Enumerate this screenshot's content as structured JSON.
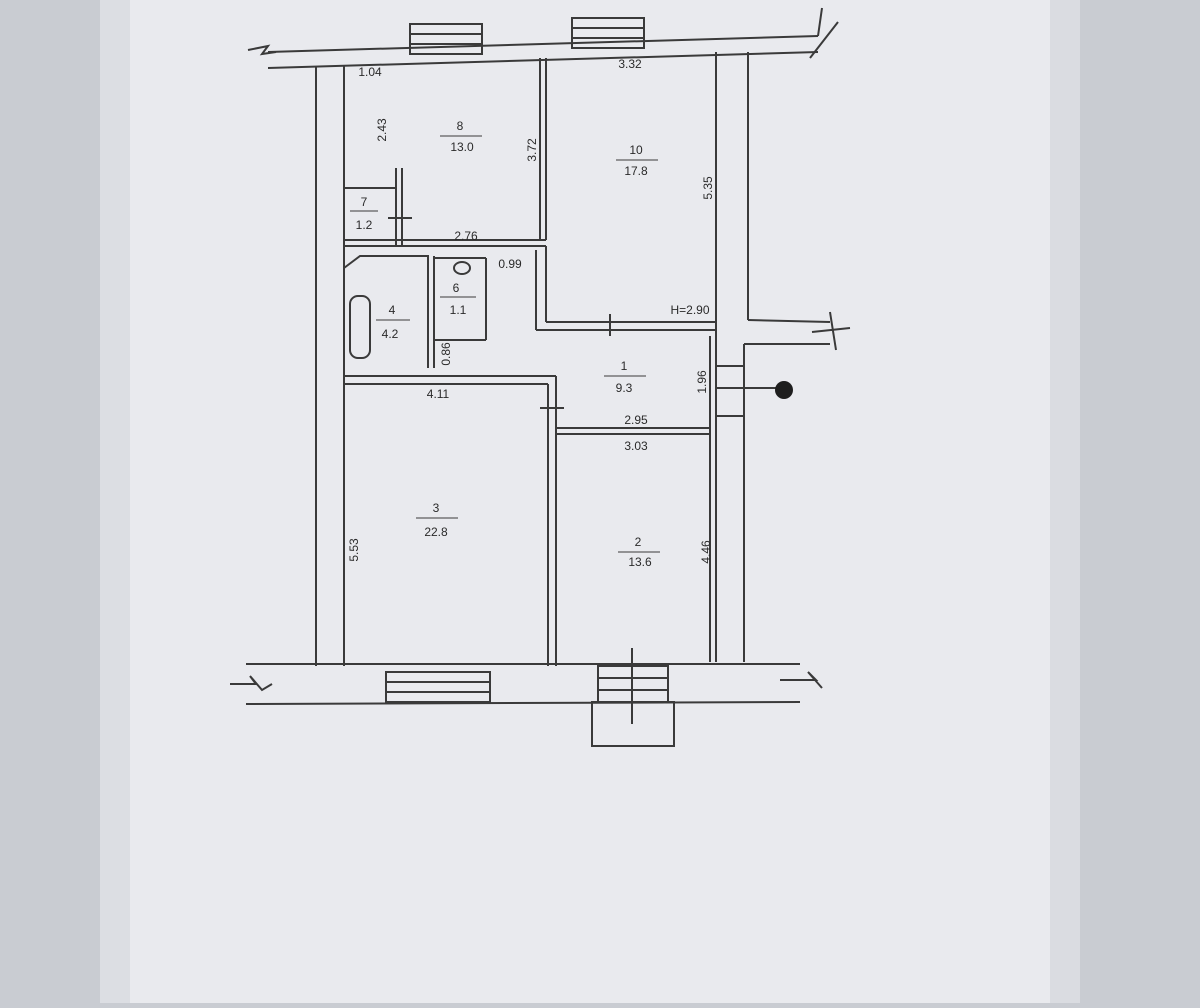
{
  "rooms": [
    {
      "id": "8",
      "number": "8",
      "area": "13.0"
    },
    {
      "id": "10",
      "number": "10",
      "area": "17.8"
    },
    {
      "id": "7",
      "number": "7",
      "area": "1.2"
    },
    {
      "id": "6",
      "number": "6",
      "area": "1.1"
    },
    {
      "id": "4",
      "number": "4",
      "area": "4.2"
    },
    {
      "id": "1",
      "number": "1",
      "area": "9.3"
    },
    {
      "id": "3",
      "number": "3",
      "area": "22.8"
    },
    {
      "id": "2",
      "number": "2",
      "area": "13.6"
    }
  ],
  "dimensions": {
    "d_1_04": "1.04",
    "d_3_32": "3.32",
    "d_2_43": "2.43",
    "d_3_72": "3.72",
    "d_5_35": "5.35",
    "d_2_76": "2.76",
    "d_0_99": "0.99",
    "d_0_86": "0.86",
    "d_4_11": "4.11",
    "d_1_96": "1.96",
    "d_2_95": "2.95",
    "d_3_03": "3.03",
    "d_5_53": "5.53",
    "d_4_46": "4.46"
  },
  "ceiling_height": "H=2.90",
  "colors": {
    "background": "#c9ccd2",
    "paper": "#e9eaee",
    "paper_shade": "#dfe1e6",
    "line": "#3a3a3a"
  }
}
